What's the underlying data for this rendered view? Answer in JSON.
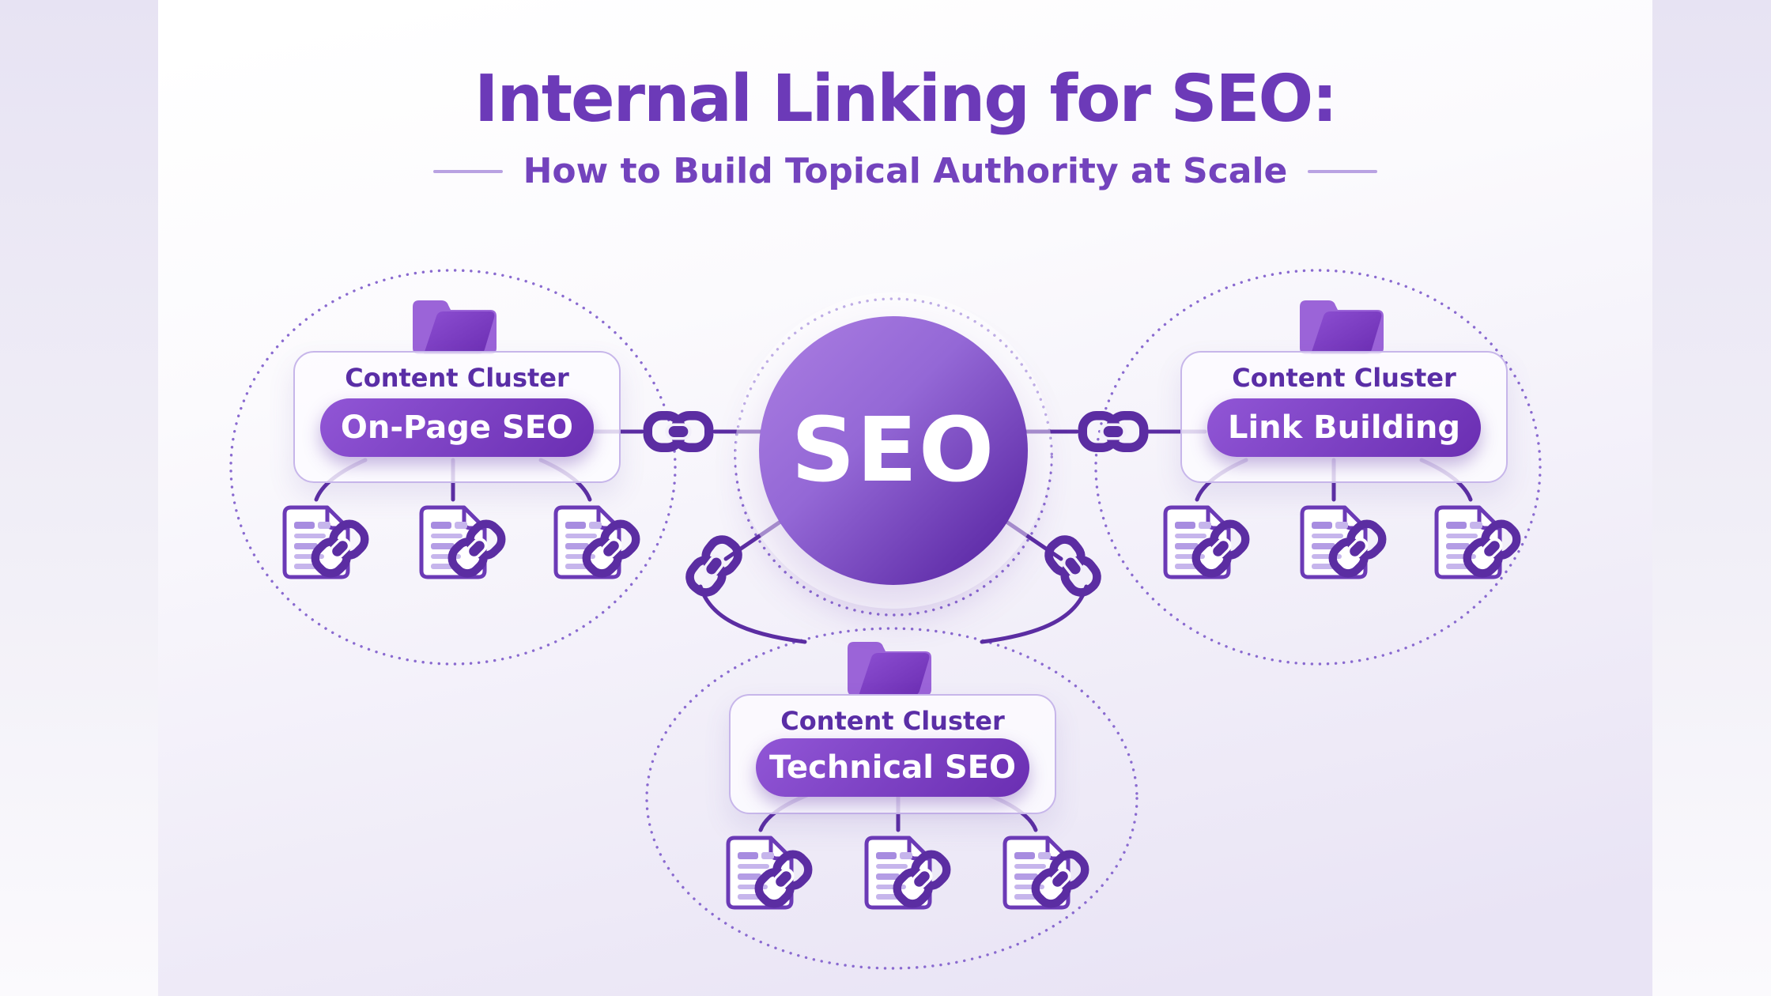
{
  "title": "Internal Linking for SEO:",
  "subtitle": "How to Build Topical Authority at Scale",
  "center": {
    "label": "SEO"
  },
  "clusters": [
    {
      "heading": "Content Cluster",
      "pill": "On-Page SEO",
      "position": "left",
      "document_count": 3
    },
    {
      "heading": "Content Cluster",
      "pill": "Link Building",
      "position": "right",
      "document_count": 3
    },
    {
      "heading": "Content Cluster",
      "pill": "Technical SEO",
      "position": "bottom",
      "document_count": 3
    }
  ],
  "icons": {
    "folder": "folder-icon",
    "document": "document-link-icon",
    "chain": "chain-link-icon"
  },
  "colors": {
    "title": "#6c3ab8",
    "subtitle": "#7343bd",
    "dash": "#b9a2e2",
    "heading": "#5a2ea6",
    "pill_start": "#9156d6",
    "pill_end": "#6a2eb2",
    "sphere_start": "#ab7ee2",
    "sphere_mid": "#9468d6",
    "sphere_end": "#5f2ca8",
    "chain": "#5b2da2",
    "connector": "#5b2da2",
    "dotted": "#8a6ad0",
    "doc_border": "#6b3ab6",
    "doc_bar_dark": "#a78ce0",
    "doc_bar_light": "#c6b5ec",
    "folder_back": "#9b64d8",
    "folder_front_start": "#8d4fd2",
    "folder_front_end": "#6b2db2",
    "card_border": "#c7b6ea",
    "seo_text": "#ffffff"
  }
}
